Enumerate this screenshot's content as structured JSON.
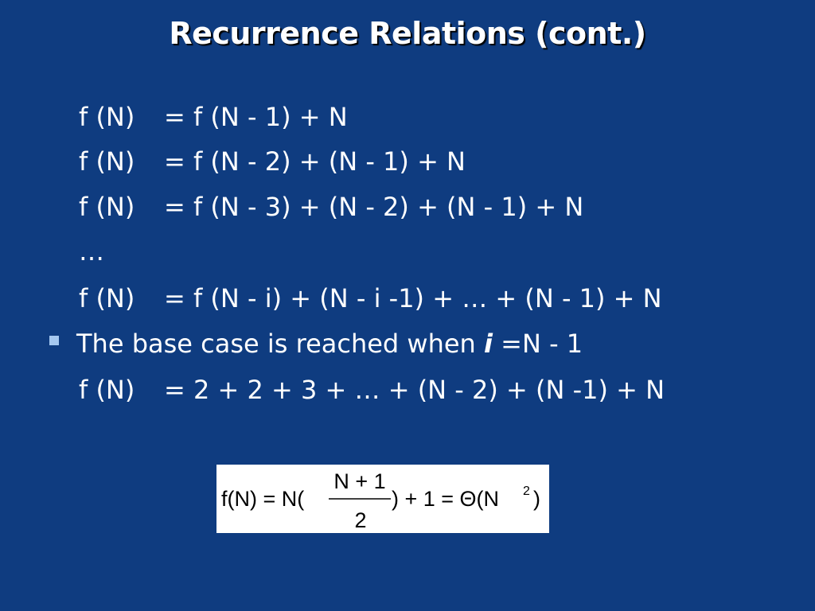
{
  "slide": {
    "title": "Recurrence Relations (cont.)",
    "lines": [
      {
        "lhs": "f (N)",
        "rhs": "= f (N - 1) + N"
      },
      {
        "lhs": "f (N)",
        "rhs": "= f (N - 2) + (N - 1) + N"
      },
      {
        "lhs": "f (N)",
        "rhs": "= f (N - 3) + (N - 2) + (N - 1) + N"
      },
      {
        "lhs": "…",
        "rhs": ""
      },
      {
        "lhs": "f (N)",
        "rhs": "= f (N - i) + (N - i -1) + … + (N - 1) + N"
      }
    ],
    "bullet": {
      "text_before": "The base case is reached when ",
      "i": "i",
      "text_after": " =N - 1"
    },
    "final_line": {
      "lhs": "f (N)",
      "rhs": "= 2 + 2 + 3 + … + (N - 2) + (N -1) + N"
    },
    "formula": {
      "lhs": "f(N) = N(",
      "numerator": "N + 1",
      "denominator": "2",
      "rhs": ") + 1 = Θ(N",
      "exponent": "2",
      "close": ")"
    }
  }
}
